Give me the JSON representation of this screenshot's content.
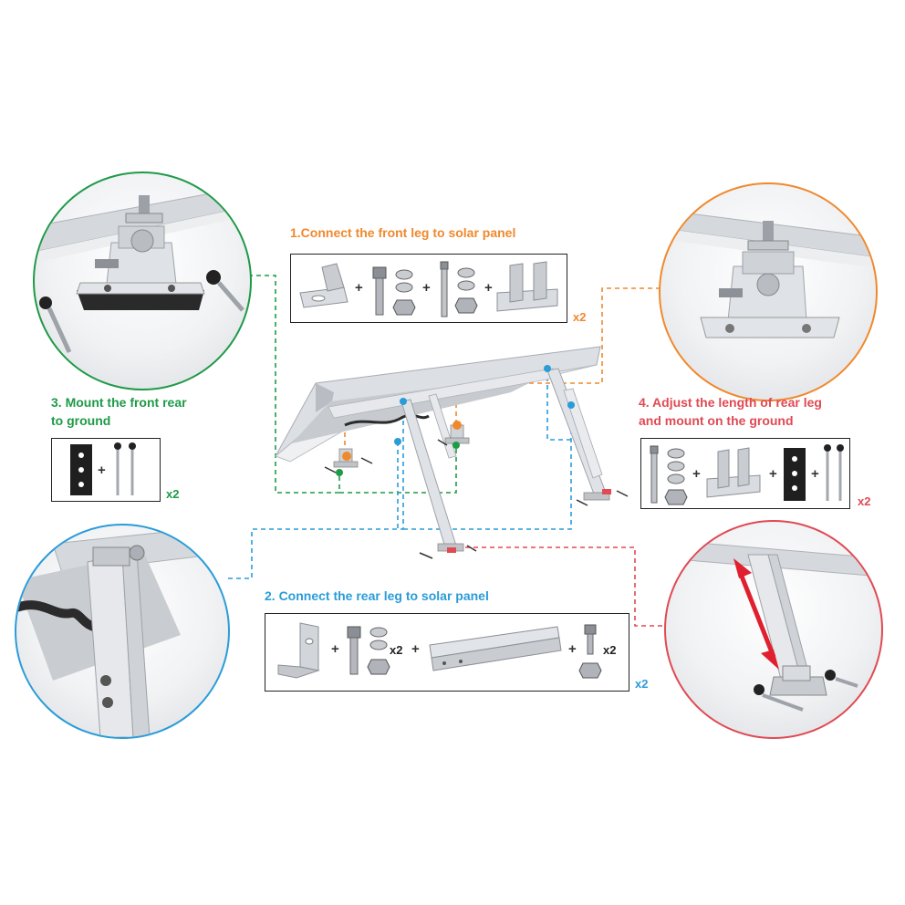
{
  "colors": {
    "green": "#1e9a48",
    "orange": "#f0892c",
    "blue": "#2a9cd8",
    "red": "#e04a53",
    "aluminium": "#c9ccd1"
  },
  "steps": [
    {
      "id": "step1",
      "title": "1.Connect the front leg to solar panel",
      "quantity": "x2",
      "color": "#f0892c",
      "parts": [
        "front-bracket",
        "bolt",
        "washer-set",
        "long-bolt",
        "washer-set",
        "u-bracket"
      ],
      "separator": "+"
    },
    {
      "id": "step2",
      "title": "2. Connect the rear leg to solar panel",
      "quantity": "x2",
      "color": "#2a9cd8",
      "parts": [
        "angle-bracket",
        "bolt",
        "washer-set",
        "rail",
        "bolt",
        "washer-set"
      ],
      "part_multipliers": [
        "x2",
        "x2"
      ],
      "separator": "+"
    },
    {
      "id": "step3",
      "title_line1": "3. Mount the front rear",
      "title_line2": "to ground",
      "quantity": "x2",
      "color": "#1e9a48",
      "parts": [
        "rubber-pad",
        "ground-screw"
      ],
      "separator": "+"
    },
    {
      "id": "step4",
      "title_line1": "4. Adjust the length of rear leg",
      "title_line2": "and mount on the ground",
      "quantity": "x2",
      "color": "#e04a53",
      "parts": [
        "long-bolt",
        "washer-set",
        "u-bracket",
        "rubber-pad",
        "ground-screw"
      ],
      "separator": "+"
    }
  ]
}
